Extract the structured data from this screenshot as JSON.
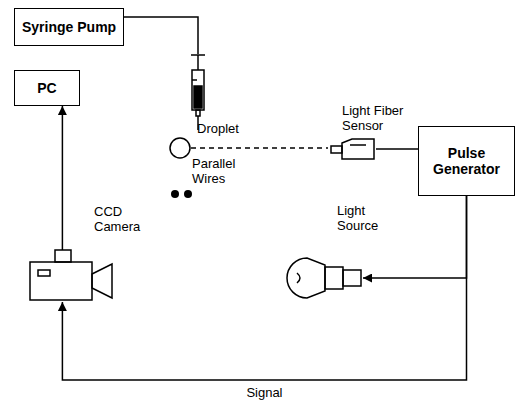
{
  "diagram": {
    "nodes": [
      {
        "text": [
          "Syringe Pump"
        ]
      },
      {
        "text": [
          "PC"
        ]
      },
      {
        "text": [
          "Droplet"
        ]
      },
      {
        "text": [
          "Light Fiber Sensor"
        ]
      },
      {
        "text": [
          "Pulse Generator"
        ]
      },
      {
        "text": [
          "CCD Camera"
        ]
      },
      {
        "text": [
          "Light Source"
        ]
      }
    ],
    "edges": [
      {
        "from": 5,
        "to": 1,
        "arrow": "to"
      },
      {
        "from": 2,
        "to": 3,
        "arrow": "none"
      },
      {
        "from": 3,
        "to": 4,
        "arrow": "none"
      },
      {
        "from": 4,
        "to": 6,
        "arrow": "to"
      },
      {
        "from": 4,
        "to": 5,
        "arrow": "to",
        "label": "Signal"
      }
    ],
    "labels": [
      "Parallel Wires"
    ]
  }
}
